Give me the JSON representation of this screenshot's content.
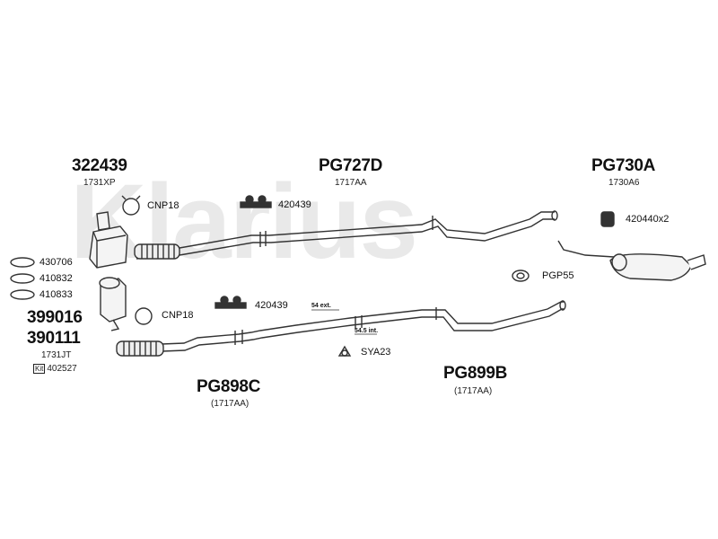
{
  "watermark": "Klarius",
  "parts": {
    "p322439": {
      "number": "322439",
      "code": "1731XP"
    },
    "pg727d": {
      "number": "PG727D",
      "code": "1717AA"
    },
    "pg730a": {
      "number": "PG730A",
      "code": "1730A6"
    },
    "pg898c": {
      "number": "PG898C",
      "code": "(1717AA)"
    },
    "pg899b": {
      "number": "PG899B",
      "code": "(1717AA)"
    },
    "p399016": {
      "number": "399016"
    },
    "p390111": {
      "number": "390111",
      "code": "1731JT"
    }
  },
  "fittings": {
    "cnp18_top": "CNP18",
    "cnp18_bottom": "CNP18",
    "mount_420439_top": "420439",
    "mount_420439_bottom": "420439",
    "mount_420440": "420440x2",
    "pgp55": "PGP55",
    "sya23": "SYA23",
    "ring_430706": "430706",
    "ring_410832": "410832",
    "ring_410833": "410833"
  },
  "kit": {
    "badge": "Kit",
    "number": "402527"
  },
  "notes": {
    "ext": "54 ext.",
    "int": "54.5 int."
  }
}
